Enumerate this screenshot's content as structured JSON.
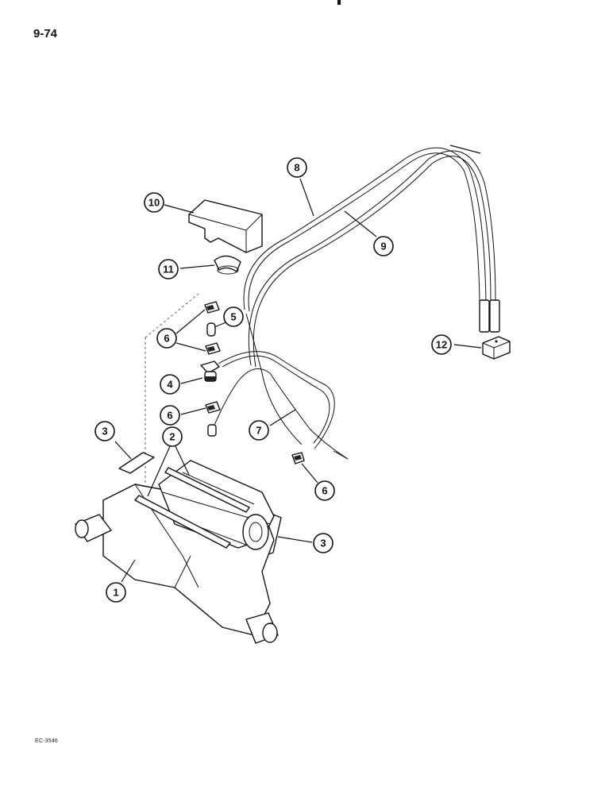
{
  "page": {
    "number": "9-74",
    "figure_code": "EC-3546"
  },
  "callouts": [
    {
      "id": "c1",
      "label": "1"
    },
    {
      "id": "c2",
      "label": "2"
    },
    {
      "id": "c3a",
      "label": "3"
    },
    {
      "id": "c3b",
      "label": "3"
    },
    {
      "id": "c4",
      "label": "4"
    },
    {
      "id": "c5",
      "label": "5"
    },
    {
      "id": "c6a",
      "label": "6"
    },
    {
      "id": "c6b",
      "label": "6"
    },
    {
      "id": "c6c",
      "label": "6"
    },
    {
      "id": "c7",
      "label": "7"
    },
    {
      "id": "c8",
      "label": "8"
    },
    {
      "id": "c9",
      "label": "9"
    },
    {
      "id": "c10",
      "label": "10"
    },
    {
      "id": "c11",
      "label": "11"
    },
    {
      "id": "c12",
      "label": "12"
    }
  ]
}
